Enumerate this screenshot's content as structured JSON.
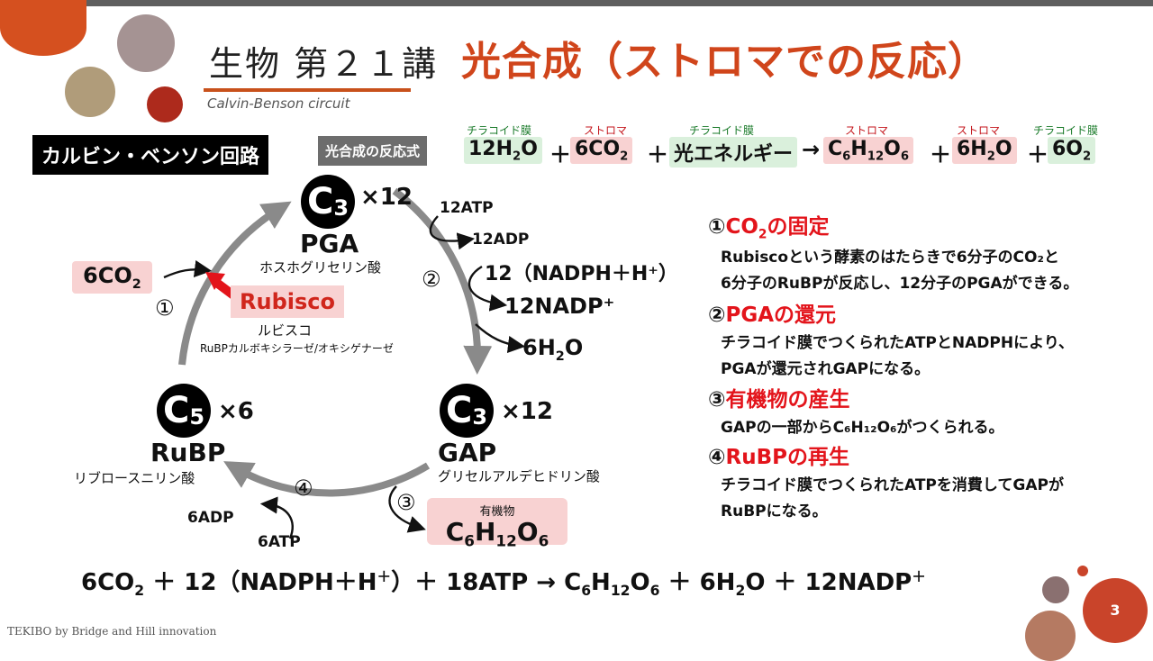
{
  "header": {
    "title_main": "生物 第２１講",
    "title_topic": "光合成（ストロマでの反応）",
    "subtitle": "Calvin-Benson circuit"
  },
  "labels": {
    "cycle": "カルビン・ベンソン回路",
    "equation": "光合成の反応式"
  },
  "equation": {
    "captions": {
      "thylakoid": "チラコイド膜",
      "stroma": "ストロマ"
    },
    "light": "光エネルギー",
    "arrow": "→"
  },
  "cycle": {
    "pga": {
      "mult": "×12",
      "name": "PGA",
      "jp": "ホスホグリセリン酸"
    },
    "gap": {
      "mult": "×12",
      "name": "GAP",
      "jp": "グリセルアルデヒドリン酸"
    },
    "rubp": {
      "mult": "×6",
      "name": "RuBP",
      "jp": "リブロースニリン酸"
    },
    "atp12": "12ATP",
    "adp12": "12ADP",
    "nadph": "12（NADPH＋H⁺）",
    "nadp": "12NADP⁺",
    "adp6": "6ADP",
    "atp6": "6ATP",
    "enzyme": "Rubisco",
    "enzyme_jp": "ルビスコ",
    "enzyme_full": "RuBPカルボキシラーゼ/オキシゲナーゼ",
    "product_label": "有機物",
    "steps": [
      "①",
      "②",
      "③",
      "④"
    ]
  },
  "steps": [
    {
      "num": "①",
      "head": "の固定",
      "lines": [
        "Rubiscoという酵素のはたらきで6分子のCO₂と",
        "6分子のRuBPが反応し、12分子のPGAができる。"
      ]
    },
    {
      "num": "②",
      "head": "PGAの還元",
      "lines": [
        "チラコイド膜でつくられたATPとNADPHにより、",
        "PGAが還元されGAPになる。"
      ]
    },
    {
      "num": "③",
      "head": "有機物の産生",
      "lines": [
        "GAPの一部からC₆H₁₂O₆がつくられる。"
      ]
    },
    {
      "num": "④",
      "head": "RuBPの再生",
      "lines": [
        "チラコイド膜でつくられたATPを消費してGAPが",
        "RuBPになる。"
      ]
    }
  ],
  "footer": {
    "credit": "TEKIBO  by Bridge and Hill innovation",
    "page": "3"
  },
  "colors": {
    "accent": "#d0451b",
    "red": "#e3141b",
    "green_box": "#daf0dc",
    "pink_box": "#f8d2d2",
    "arrow_gray": "#8a8a8a"
  }
}
